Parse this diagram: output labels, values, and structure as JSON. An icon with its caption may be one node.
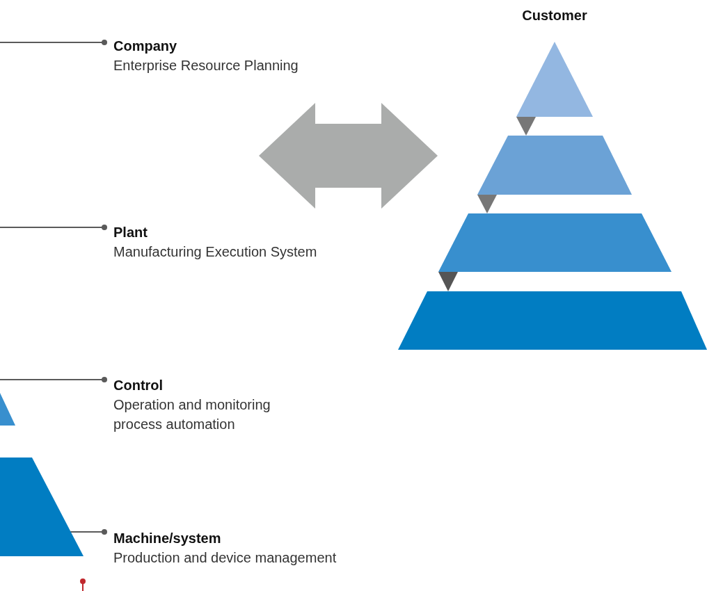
{
  "diagram": {
    "nodes": [
      {
        "text": [
          "Company",
          "Enterprise Resource Planning"
        ]
      },
      {
        "text": [
          "Plant",
          "Manufacturing Execution System"
        ]
      },
      {
        "text": [
          "Control",
          "Operation and monitoring process automation"
        ]
      },
      {
        "text": [
          "Machine/system",
          "Production and device management"
        ]
      },
      {
        "text": [
          "Customer"
        ]
      },
      {
        "text": [],
        "shape": "trapezoid"
      },
      {
        "text": [],
        "shape": "trapezoid"
      },
      {
        "text": [],
        "shape": "trapezoid"
      },
      {
        "text": [],
        "shape": "triangle"
      },
      {
        "text": [],
        "shape": "trapezoid"
      }
    ],
    "edges": [
      {
        "from": null,
        "to": 0,
        "arrow": "other"
      },
      {
        "from": null,
        "to": 1,
        "arrow": "other"
      },
      {
        "from": null,
        "to": 2,
        "arrow": "other"
      },
      {
        "from": 9,
        "to": 3,
        "arrow": "other"
      },
      {
        "from": 4,
        "to": 5,
        "arrow": "to"
      },
      {
        "from": 5,
        "to": 6,
        "arrow": "to"
      },
      {
        "from": 6,
        "to": 7,
        "arrow": "to",
        "color": "#555555"
      },
      {
        "from": 0,
        "to": 5,
        "arrow": "both",
        "style": "thick",
        "color": "#aaacab"
      }
    ]
  }
}
